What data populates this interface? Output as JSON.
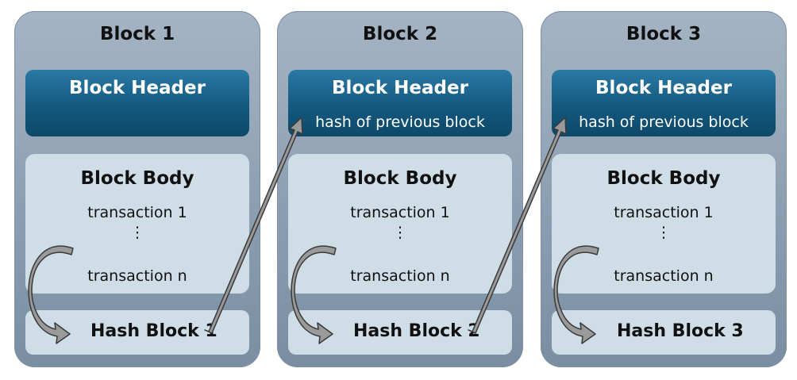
{
  "blocks": [
    {
      "title": "Block 1",
      "header_title": "Block Header",
      "header_sub": "",
      "body_title": "Block Body",
      "tx_first": "transaction 1",
      "dots": "⋮",
      "tx_last": "transaction n",
      "hash_label": "Hash Block 1"
    },
    {
      "title": "Block 2",
      "header_title": "Block Header",
      "header_sub": "hash of previous block",
      "body_title": "Block Body",
      "tx_first": "transaction 1",
      "dots": "⋮",
      "tx_last": "transaction n",
      "hash_label": "Hash Block 2"
    },
    {
      "title": "Block 3",
      "header_title": "Block Header",
      "header_sub": "hash of previous block",
      "body_title": "Block Body",
      "tx_first": "transaction 1",
      "dots": "⋮",
      "tx_last": "transaction n",
      "hash_label": "Hash Block 3"
    }
  ],
  "colors": {
    "block_bg": "#8a9db0",
    "header_bg": "#14597f",
    "body_bg": "#cfdde6",
    "arrow_fill": "#9a9a9a",
    "arrow_stroke": "#3a3a3a"
  }
}
